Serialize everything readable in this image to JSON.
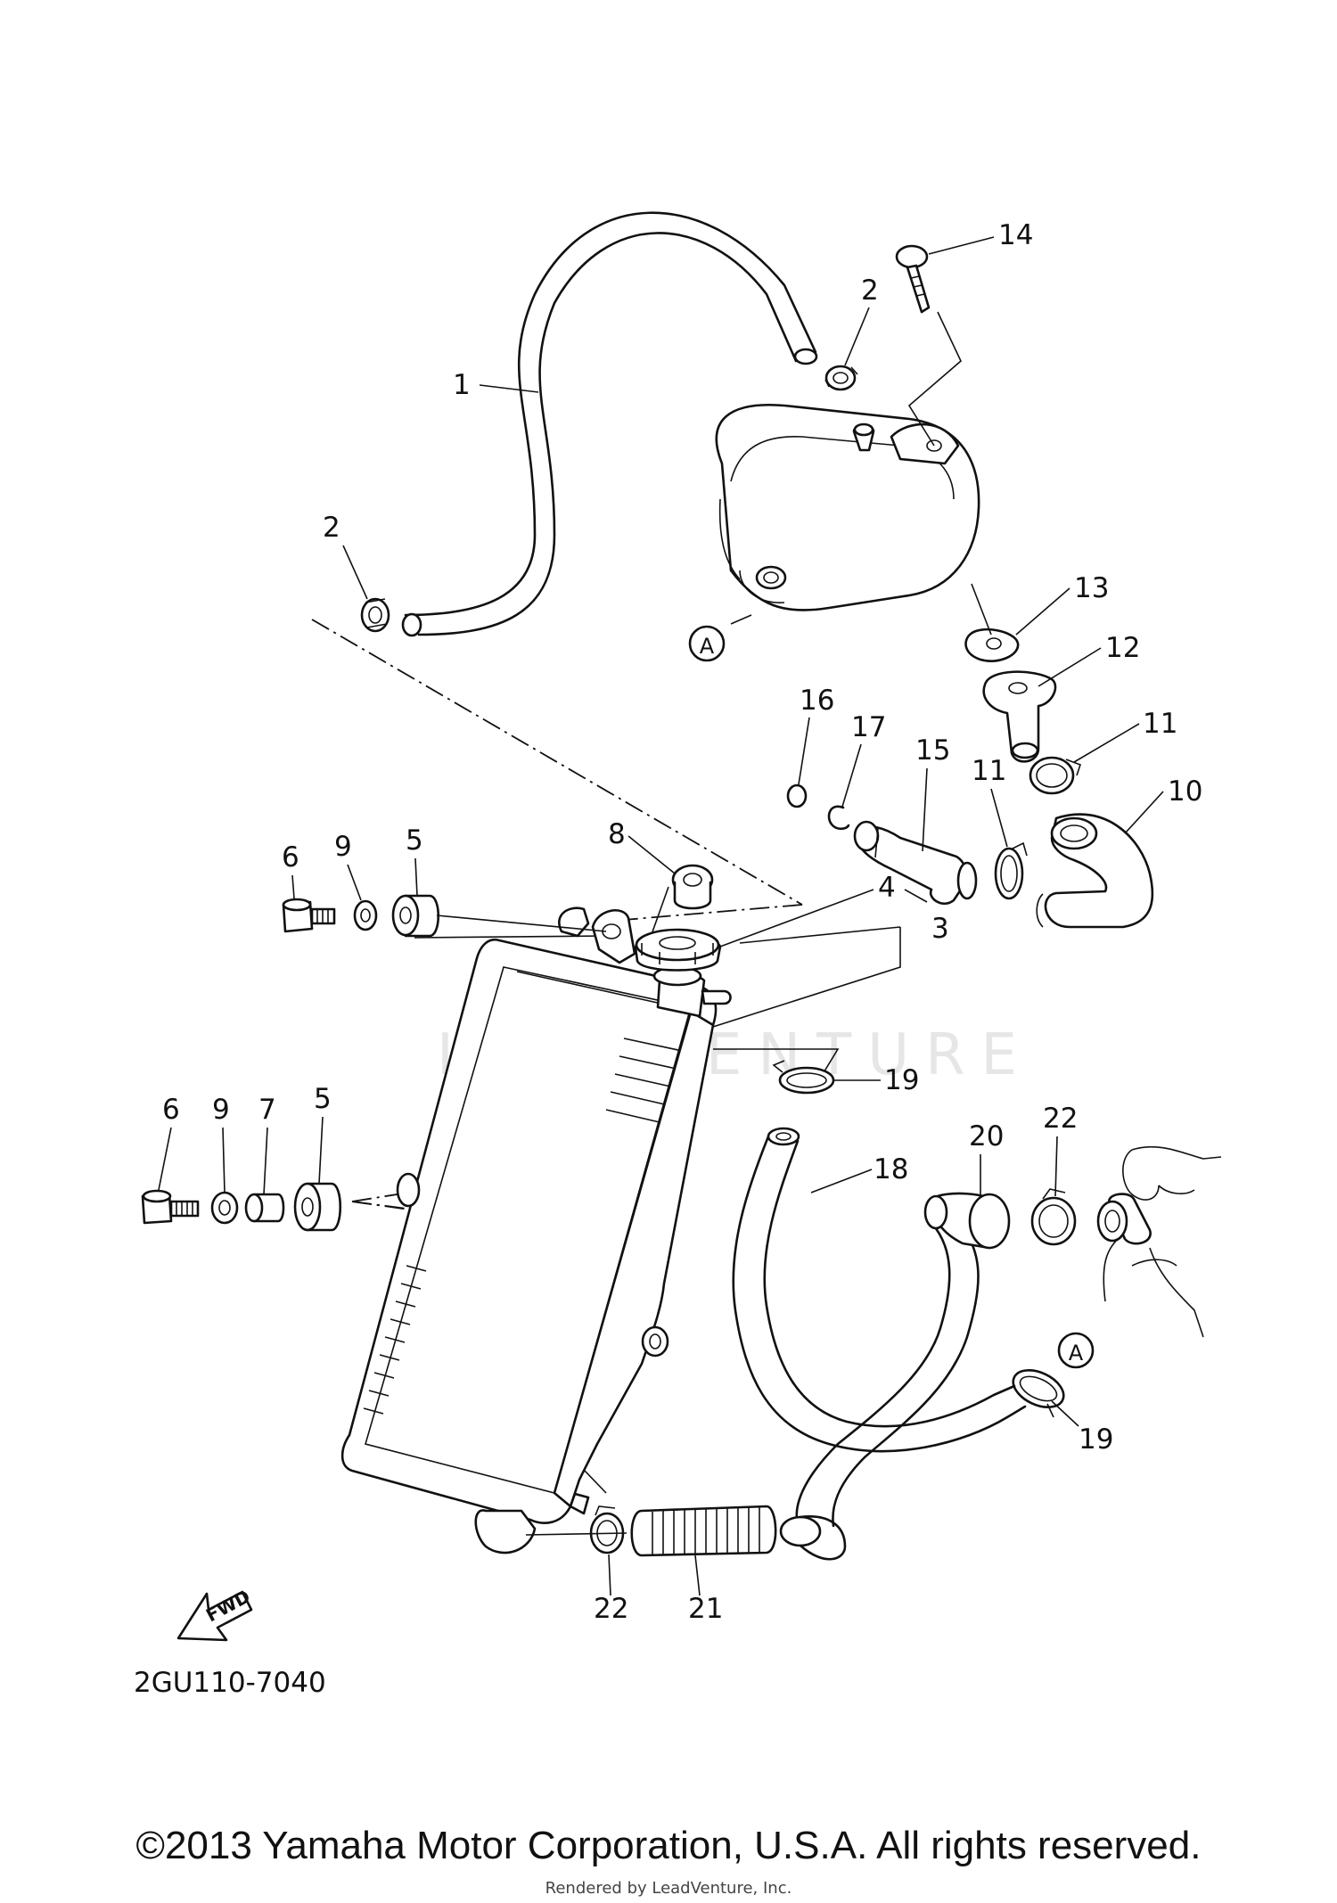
{
  "diagram": {
    "part_code": "2GU110-7040",
    "watermark": "LEADVENTURE",
    "fwd_label": "FWD",
    "ref_marker": "A",
    "callouts": {
      "c1": "1",
      "c2a": "2",
      "c2b": "2",
      "c3": "3",
      "c4": "4",
      "c5a": "5",
      "c5b": "5",
      "c6a": "6",
      "c6b": "6",
      "c7": "7",
      "c8": "8",
      "c9a": "9",
      "c9b": "9",
      "c10": "10",
      "c11a": "11",
      "c11b": "11",
      "c12": "12",
      "c13": "13",
      "c14": "14",
      "c15": "15",
      "c16": "16",
      "c17": "17",
      "c18": "18",
      "c19a": "19",
      "c19b": "19",
      "c20": "20",
      "c21": "21",
      "c22a": "22",
      "c22b": "22"
    }
  },
  "footer": {
    "copyright": "©2013 Yamaha Motor Corporation, U.S.A. All rights reserved.",
    "rendered_by": "Rendered by LeadVenture, Inc."
  }
}
